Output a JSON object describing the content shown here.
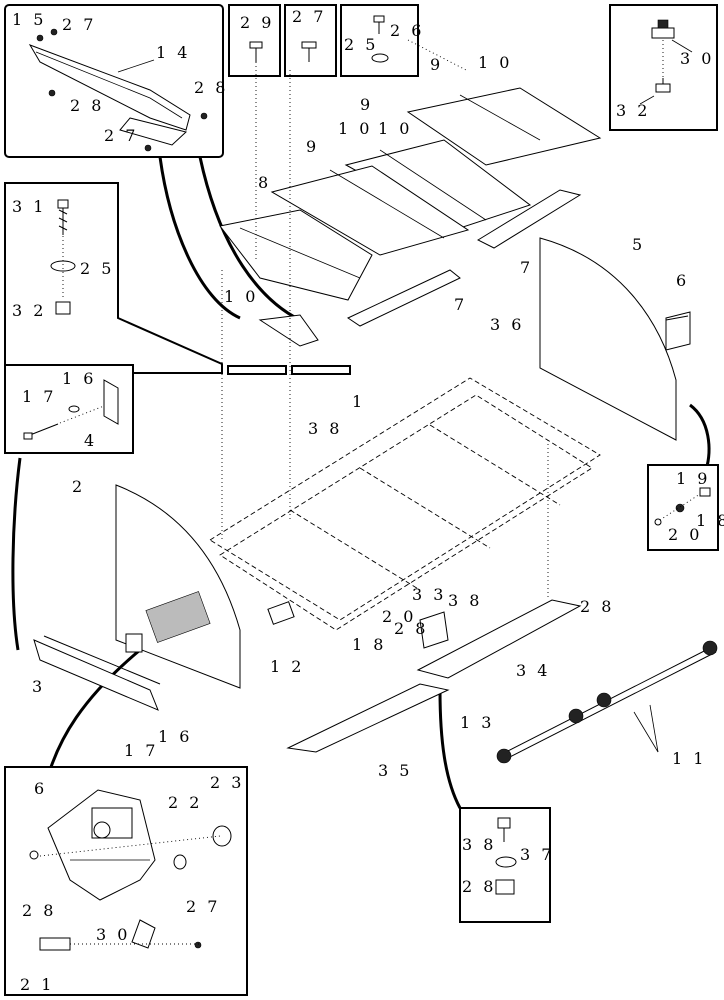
{
  "callouts": {
    "c1": "1",
    "c2": "2",
    "c3": "3",
    "c4": "4",
    "c5": "5",
    "c6": "6",
    "c6b": "6",
    "c7a": "7",
    "c7b": "7",
    "c8": "8",
    "c9a": "9",
    "c9b": "9",
    "c9c": "9",
    "c10a": "1 0",
    "c10b": "1 0",
    "c10c": "1 0",
    "c10d": "1 0",
    "c11": "1 1",
    "c12": "1 2",
    "c13": "1 3",
    "c14": "1 4",
    "c15": "1 5",
    "c16a": "1 6",
    "c16b": "1 6",
    "c17a": "1 7",
    "c17b": "1 7",
    "c18a": "1 8",
    "c18b": "1 8",
    "c19": "1 9",
    "c20a": "2 0",
    "c20b": "2 0",
    "c21": "2 1",
    "c22": "2 2",
    "c23": "2 3",
    "c25a": "2 5",
    "c25b": "2 5",
    "c26": "2 6",
    "c27a": "2 7",
    "c27b": "2 7",
    "c27c": "2 7",
    "c27d": "2 7",
    "c28a": "2 8",
    "c28b": "2 8",
    "c28c": "2 8",
    "c28d": "2 8",
    "c28e": "2 8",
    "c28f": "2 8",
    "c29": "2 9",
    "c30a": "3 0",
    "c30b": "3 0",
    "c31": "3 1",
    "c32a": "3 2",
    "c32b": "3 2",
    "c33": "3 3",
    "c34": "3 4",
    "c35": "3 5",
    "c36": "3 6",
    "c37": "3 7",
    "c38a": "3 8",
    "c38b": "3 8",
    "c38c": "3 8"
  }
}
